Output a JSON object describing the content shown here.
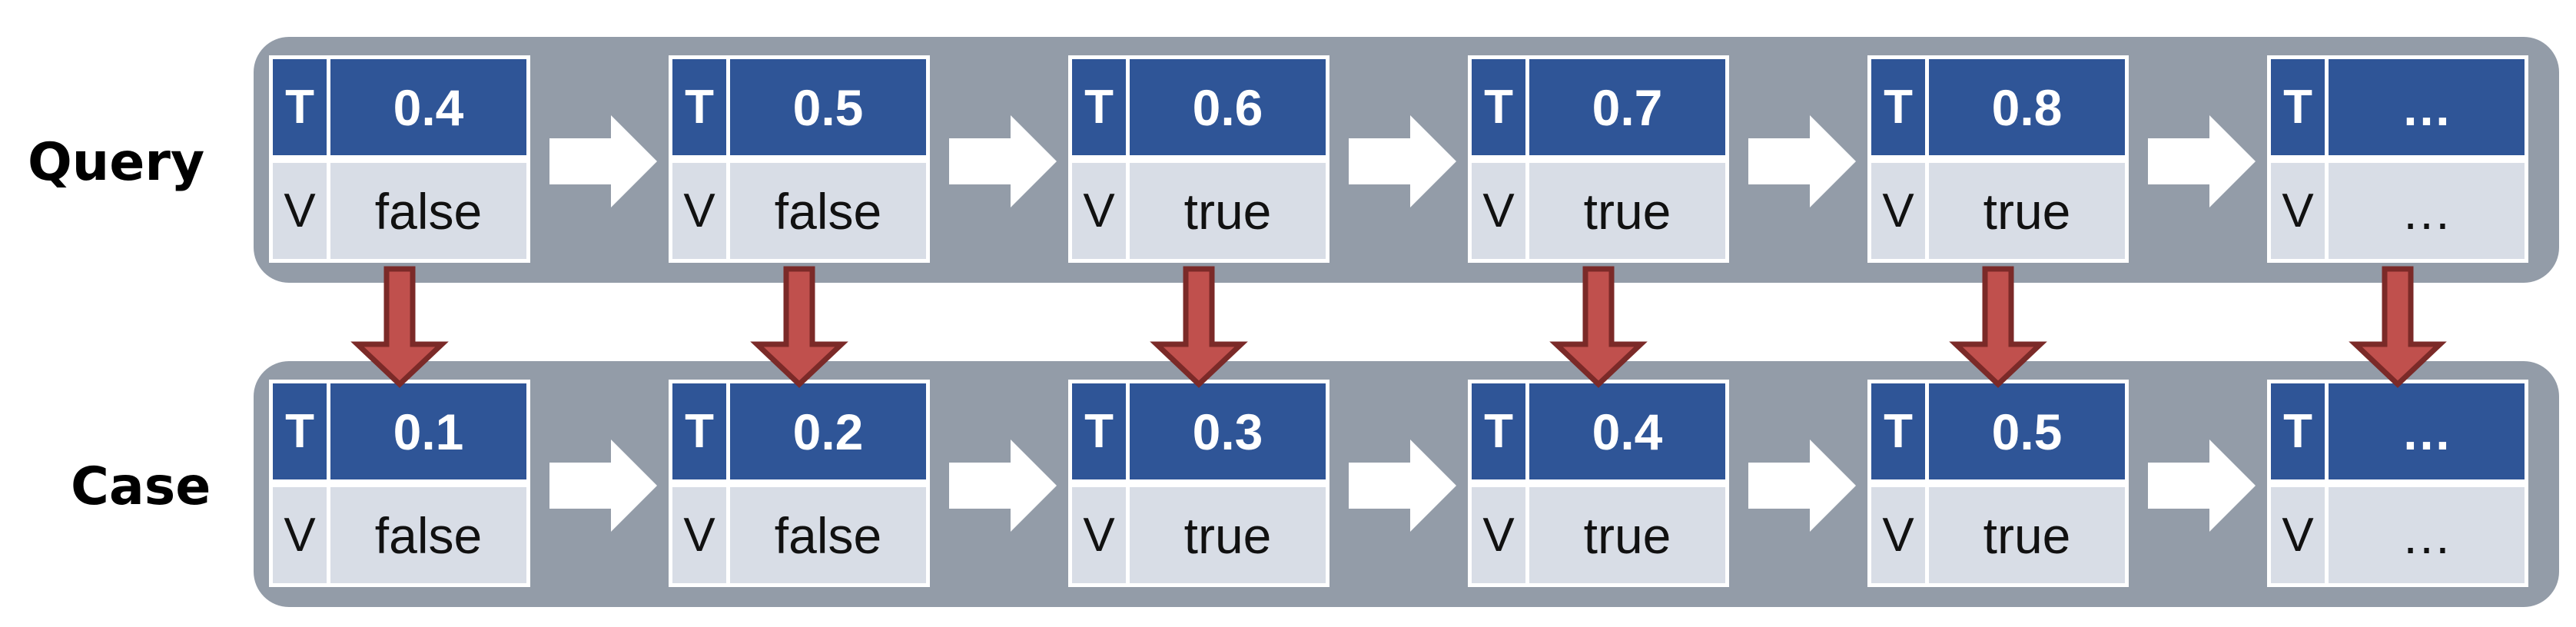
{
  "rows": {
    "query": {
      "label": "Query",
      "cells": [
        {
          "t_key": "T",
          "t": "0.4",
          "v_key": "V",
          "v": "false"
        },
        {
          "t_key": "T",
          "t": "0.5",
          "v_key": "V",
          "v": "false"
        },
        {
          "t_key": "T",
          "t": "0.6",
          "v_key": "V",
          "v": "true"
        },
        {
          "t_key": "T",
          "t": "0.7",
          "v_key": "V",
          "v": "true"
        },
        {
          "t_key": "T",
          "t": "0.8",
          "v_key": "V",
          "v": "true"
        },
        {
          "t_key": "T",
          "t": "…",
          "v_key": "V",
          "v": "…"
        }
      ]
    },
    "case": {
      "label": "Case",
      "cells": [
        {
          "t_key": "T",
          "t": "0.1",
          "v_key": "V",
          "v": "false"
        },
        {
          "t_key": "T",
          "t": "0.2",
          "v_key": "V",
          "v": "false"
        },
        {
          "t_key": "T",
          "t": "0.3",
          "v_key": "V",
          "v": "true"
        },
        {
          "t_key": "T",
          "t": "0.4",
          "v_key": "V",
          "v": "true"
        },
        {
          "t_key": "T",
          "t": "0.5",
          "v_key": "V",
          "v": "true"
        },
        {
          "t_key": "T",
          "t": "…",
          "v_key": "V",
          "v": "…"
        }
      ]
    }
  },
  "colors": {
    "band": "#939ca8",
    "header": "#2f5597",
    "value": "#d8dde6",
    "down_arrow": "#c0504d",
    "down_arrow_border": "#7b2a28",
    "flow_arrow": "#ffffff"
  },
  "icons": {
    "flow": "right-arrow-icon",
    "mapping": "down-arrow-icon"
  }
}
